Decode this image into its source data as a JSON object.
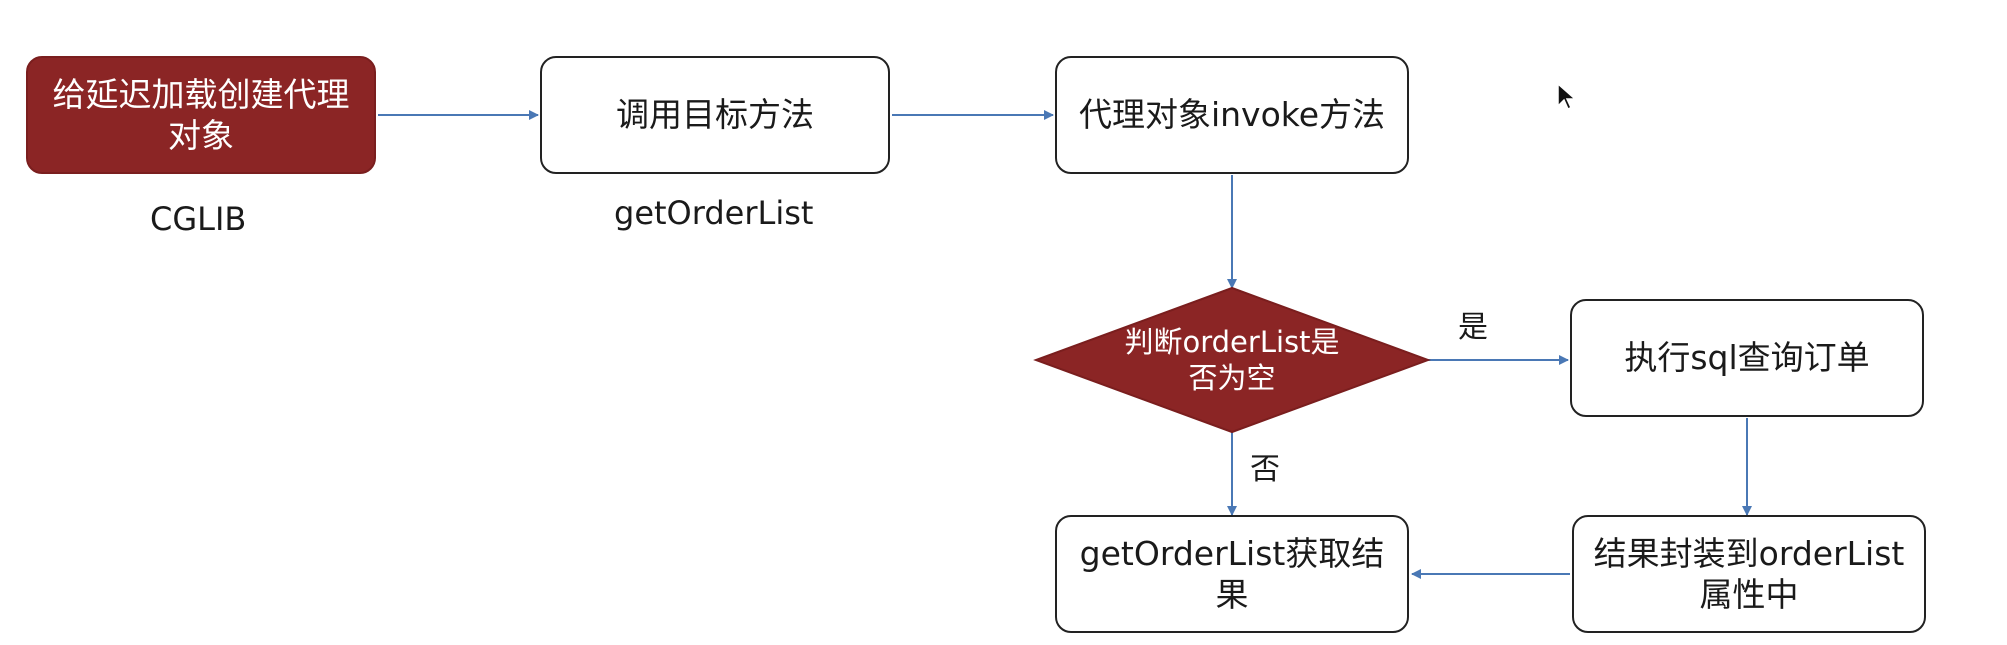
{
  "nodes": {
    "create_proxy": "给延迟加载创建代理对象",
    "call_target": "调用目标方法",
    "invoke": "代理对象invoke方法",
    "decision": "判断orderList是否为空",
    "exec_sql": "执行sql查询订单",
    "get_result": "getOrderList获取结果",
    "wrap_result": "结果封装到orderList属性中"
  },
  "captions": {
    "cglib": "CGLIB",
    "get_order_list": "getOrderList"
  },
  "edge_labels": {
    "yes": "是",
    "no": "否"
  },
  "colors": {
    "dark_fill": "#8b2525",
    "arrow": "#4a78b5"
  }
}
